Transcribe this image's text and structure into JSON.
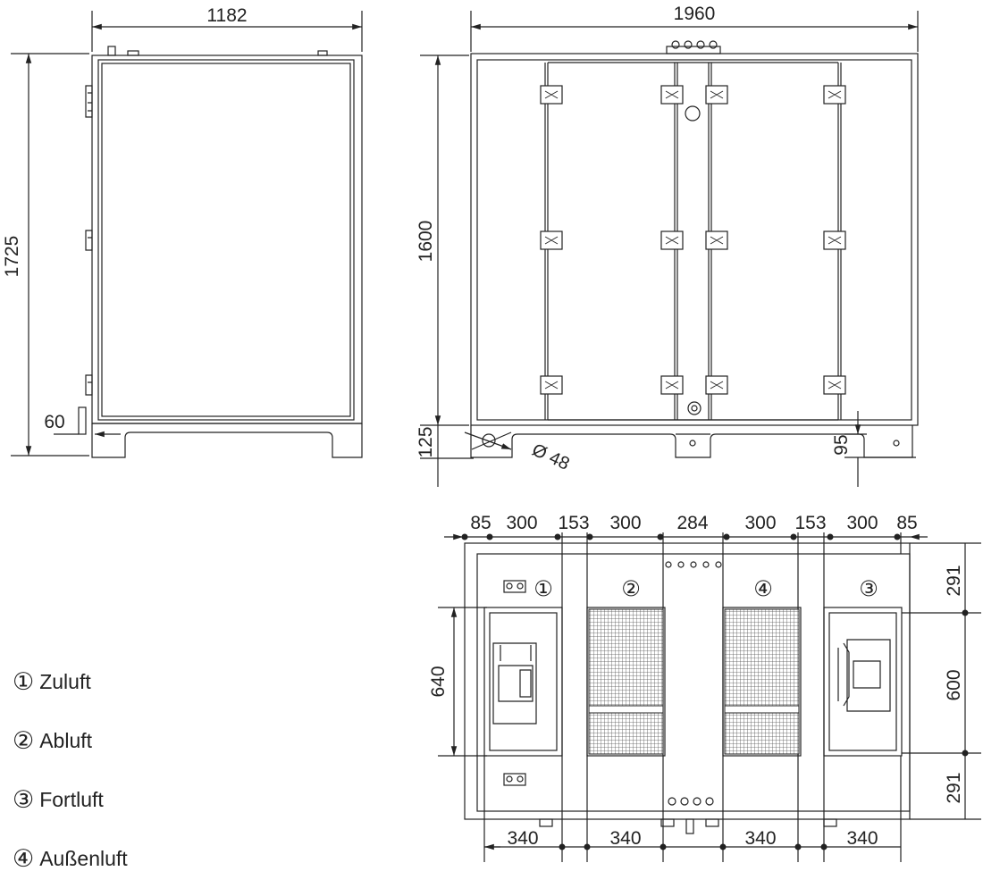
{
  "dimensions": {
    "side_width": "1182",
    "side_height": "1725",
    "side_offset": "60",
    "front_width": "1960",
    "front_height": "1600",
    "base_height": "125",
    "pipe_diameter": "Ø 48",
    "foot_height": "95",
    "top_segments": [
      "85",
      "300",
      "153",
      "300",
      "284",
      "300",
      "153",
      "300",
      "85"
    ],
    "bottom_segments": [
      "340",
      "340",
      "340",
      "340"
    ],
    "opening_height": "640",
    "right_segments": [
      "291",
      "600",
      "291"
    ]
  },
  "ports": [
    "①",
    "②",
    "④",
    "③"
  ],
  "legend": [
    {
      "symbol": "①",
      "label": "Zuluft"
    },
    {
      "symbol": "②",
      "label": "Abluft"
    },
    {
      "symbol": "③",
      "label": "Fortluft"
    },
    {
      "symbol": "④",
      "label": "Außenluft"
    }
  ]
}
